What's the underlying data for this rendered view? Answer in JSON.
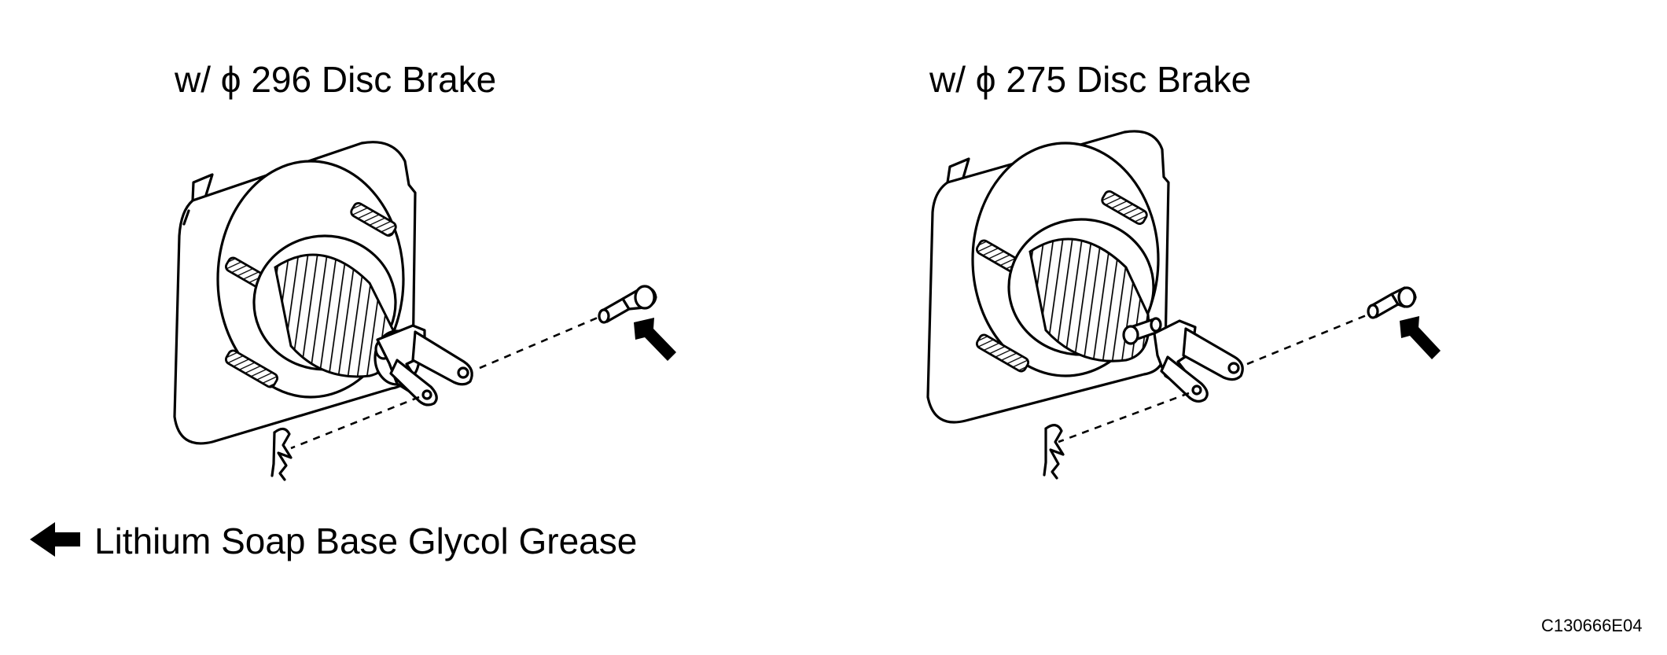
{
  "diagram": {
    "left_title": "w/  ϕ 296 Disc Brake",
    "right_title": "w/  ϕ 275 Disc Brake",
    "legend": {
      "icon": "arrow-left-icon",
      "text": "Lithium Soap Base Glycol Grease"
    },
    "figure_code": "C130666E04"
  },
  "colors": {
    "ink": "#000000",
    "background": "#ffffff"
  }
}
